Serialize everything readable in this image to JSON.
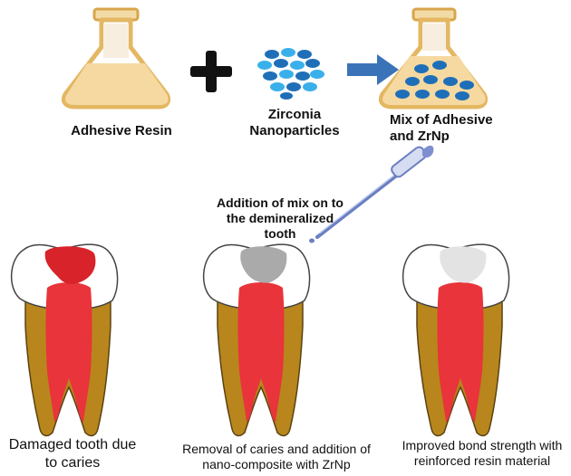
{
  "labels": {
    "adhesive_resin": "Adhesive Resin",
    "zirconia_line1": "Zirconia",
    "zirconia_line2": "Nanoparticles",
    "mix_line1": "Mix of Adhesive",
    "mix_line2": "and ZrNp",
    "addition_line1": "Addition of mix on to",
    "addition_line2": "the demineralized",
    "addition_line3": "tooth"
  },
  "captions": {
    "damaged_line1": "Damaged tooth due",
    "damaged_line2": "to caries",
    "removal_line1": "Removal of caries and addition of",
    "removal_line2": "nano-composite with ZrNp",
    "improved_line1": "Improved bond strength with",
    "improved_line2": "reinforced resin material"
  },
  "colors": {
    "resin": "#f5d9a0",
    "flask_outline": "#d9a54a",
    "nanoparticle": "#2e8fd6",
    "arrow": "#3a73b8",
    "enamel": "#ffffff",
    "dentin_root": "#b8861c",
    "pulp": "#e8343a",
    "caries": "#d8232a",
    "composite_gray": "#aaaaaa",
    "composite_light": "#e3e3e3"
  }
}
